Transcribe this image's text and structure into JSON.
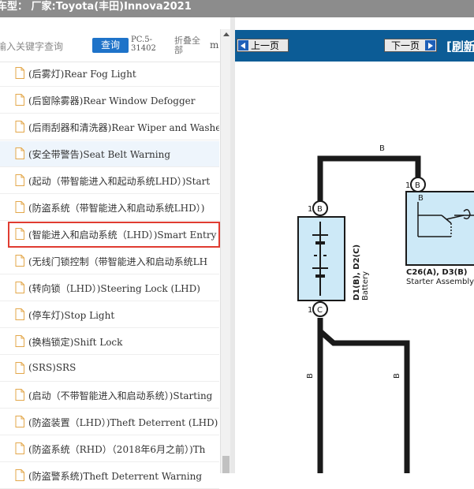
{
  "title": "车型： 厂家:Toyota(丰田)Innova2021",
  "search": {
    "placeholder": "输入关键字查询",
    "button_label": "查询",
    "pc_code": "PC.5-31402",
    "fold_all_label": "折叠全部",
    "more_label": "m"
  },
  "nav": {
    "prev_label": "上一页",
    "next_label": "下一页",
    "refresh_label": "[刷新"
  },
  "tree_items": [
    {
      "label": "(后雾灯)Rear Fog Light"
    },
    {
      "label": "(后窗除雾器)Rear Window Defogger"
    },
    {
      "label": "(后雨刮器和清洗器)Rear Wiper and Washer"
    },
    {
      "label": "(安全带警告)Seat Belt Warning"
    },
    {
      "label": "(起动（带智能进入和起动系统LHD）)Start"
    },
    {
      "label": "(防盗系统（带智能进入和启动系统LHD）)"
    },
    {
      "label": "(智能进入和启动系统（LHD）)Smart Entry"
    },
    {
      "label": "(无线门锁控制（带智能进入和启动系统LH"
    },
    {
      "label": "(转向锁（LHD）)Steering Lock (LHD)"
    },
    {
      "label": "(停车灯)Stop Light"
    },
    {
      "label": "(换档锁定)Shift Lock"
    },
    {
      "label": "(SRS)SRS"
    },
    {
      "label": "(启动（不带智能进入和启动系统）)Starting"
    },
    {
      "label": "(防盗装置（LHD）)Theft Deterrent (LHD)"
    },
    {
      "label": "(防盗系统（RHD）（2018年6月之前）)Th"
    },
    {
      "label": "(防盗警系统)Theft Deterrent Warning"
    }
  ],
  "diagram": {
    "wire_top": "B",
    "wire_left": "B",
    "wire_right": "B",
    "battery_pin_top_num": "1",
    "battery_pin_top": "B",
    "battery_pin_bottom_num": "1",
    "battery_pin_bottom": "C",
    "battery_code": "D1(B), D2(C)",
    "battery_name": "Battery",
    "starter_pin_num": "1",
    "starter_pin": "B",
    "starter_inner_label": "B",
    "starter_code": "C26(A), D3(B)",
    "starter_name": "Starter Assembly"
  },
  "colors": {
    "accent": "#1e73c9",
    "nav_bar": "#0c5c96",
    "selected_border": "#e03c31",
    "component_fill": "#cde9f7"
  }
}
